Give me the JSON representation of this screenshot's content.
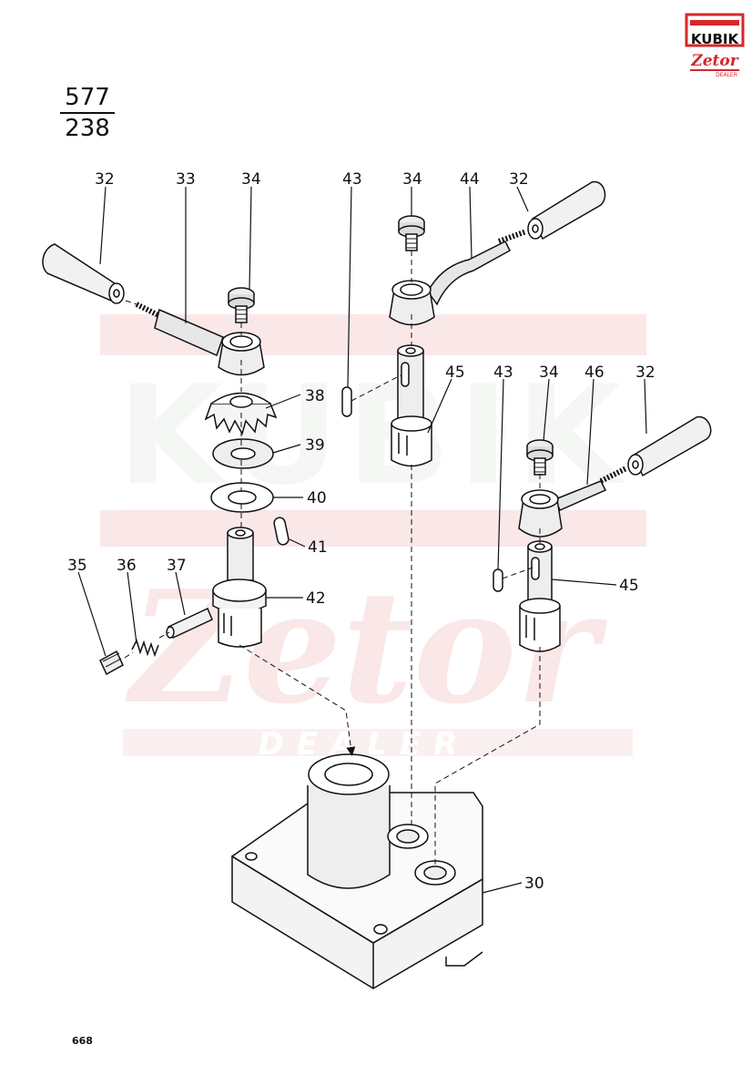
{
  "document": {
    "code_top": "577",
    "code_bottom": "238",
    "page_number": "668"
  },
  "logo": {
    "brand_top": "KUBIK",
    "brand_mid": "Zetor",
    "brand_bottom": "DEALER",
    "accent_color": "#d7262a"
  },
  "watermark": {
    "word_1": "KUBIK",
    "word_2": "Zetor",
    "word_3": "DEALER",
    "tint_color": "#f4cccc"
  },
  "callouts": {
    "c32a": "32",
    "c33": "33",
    "c34a": "34",
    "c43a": "43",
    "c34b": "34",
    "c44": "44",
    "c32b": "32",
    "c45a": "45",
    "c43b": "43",
    "c34c": "34",
    "c46": "46",
    "c32c": "32",
    "c38": "38",
    "c39": "39",
    "c40": "40",
    "c41": "41",
    "c42": "42",
    "c35": "35",
    "c36": "36",
    "c37": "37",
    "c45b": "45",
    "c30": "30"
  }
}
